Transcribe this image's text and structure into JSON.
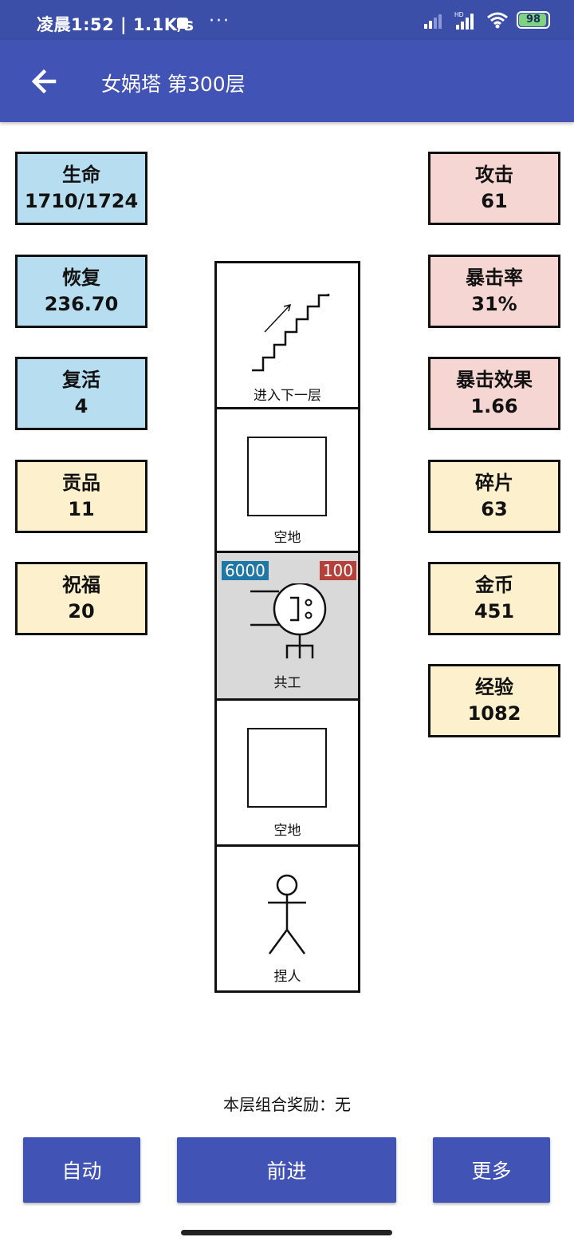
{
  "status_bar": {
    "time": "凌晨1:52 | 1.1K/s",
    "battery": "98"
  },
  "app_bar": {
    "title": "女娲塔 第300层"
  },
  "left_stats": [
    {
      "label": "生命",
      "value": "1710/1724"
    },
    {
      "label": "恢复",
      "value": "236.70"
    },
    {
      "label": "复活",
      "value": "4"
    },
    {
      "label": "贡品",
      "value": "11"
    },
    {
      "label": "祝福",
      "value": "20"
    }
  ],
  "right_stats": [
    {
      "label": "攻击",
      "value": "61"
    },
    {
      "label": "暴击率",
      "value": "31%"
    },
    {
      "label": "暴击效果",
      "value": "1.66"
    },
    {
      "label": "碎片",
      "value": "63"
    },
    {
      "label": "金币",
      "value": "451"
    },
    {
      "label": "经验",
      "value": "1082"
    }
  ],
  "tower": {
    "cells": [
      {
        "label": "进入下一层",
        "icon": "stairs-icon"
      },
      {
        "label": "空地",
        "icon": "empty-square-icon"
      },
      {
        "label": "共工",
        "icon": "monster-gonggong-icon",
        "hp_tag": "6000",
        "atk_tag": "100"
      },
      {
        "label": "空地",
        "icon": "empty-square-icon"
      },
      {
        "label": "捏人",
        "icon": "stick-figure-icon"
      }
    ]
  },
  "reward_text": "本层组合奖励：无",
  "buttons": {
    "auto": "自动",
    "forward": "前进",
    "more": "更多"
  },
  "colors": {
    "appbar": "#4153b5",
    "statusbar": "#3b4ea8",
    "blue_stat": "#b6def0",
    "pink_stat": "#f6d6d3",
    "yellow_stat": "#fdf0cc",
    "hp_tag": "#1f77a6",
    "atk_tag": "#b6403a",
    "active_cell": "#d9d9d9"
  }
}
